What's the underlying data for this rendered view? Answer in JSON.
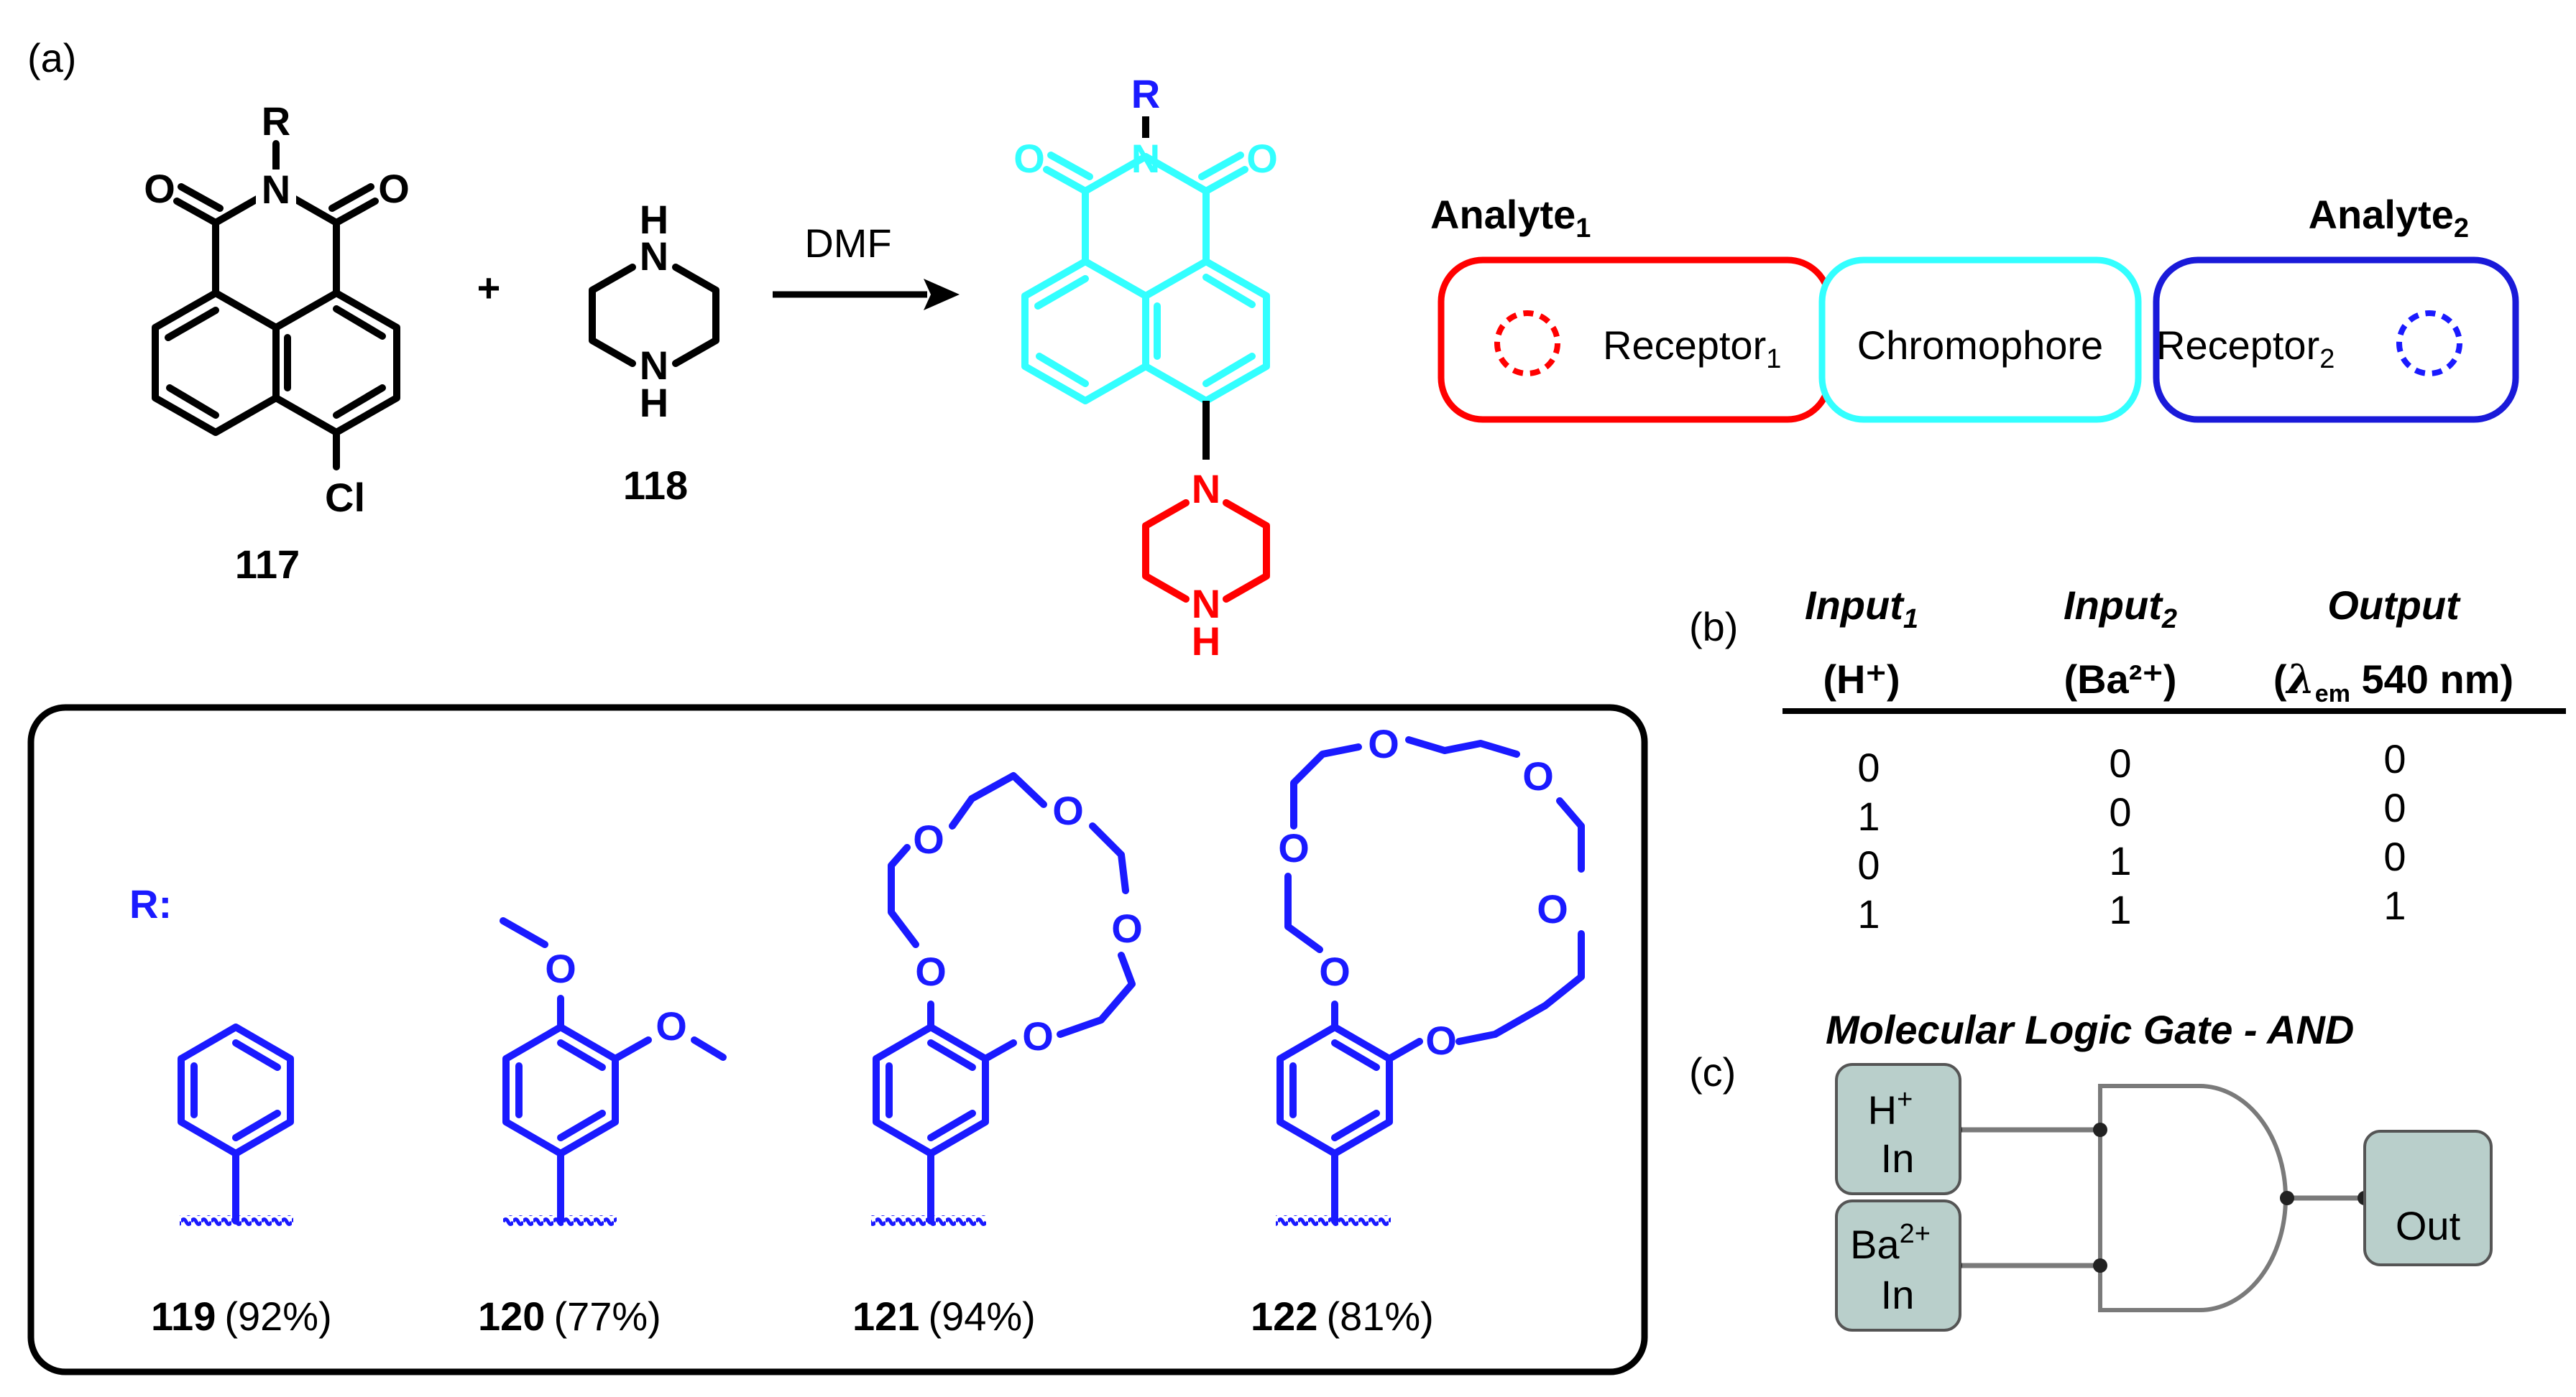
{
  "panels": {
    "a": "(a)",
    "b": "(b)",
    "c": "(c)"
  },
  "scheme": {
    "reagent_R": "R",
    "O": "O",
    "N": "N",
    "H": "H",
    "Cl": "Cl",
    "plus": "+",
    "solvent": "DMF",
    "cpd_117": "117",
    "cpd_118": "118"
  },
  "sensor": {
    "analyte1": "Analyte",
    "analyte1_sub": "1",
    "analyte2": "Analyte",
    "analyte2_sub": "2",
    "receptor1": "Receptor",
    "receptor1_sub": "1",
    "chromophore": "Chromophore",
    "receptor2": "Receptor",
    "receptor2_sub": "2"
  },
  "r_groups": {
    "label": "R:",
    "items": [
      {
        "number": "119",
        "yield": "(92%)"
      },
      {
        "number": "120",
        "yield": "(77%)"
      },
      {
        "number": "121",
        "yield": "(94%)"
      },
      {
        "number": "122",
        "yield": "(81%)"
      }
    ]
  },
  "truth_table": {
    "headers": [
      {
        "line1": "Input",
        "sub": "1",
        "line2": "(H⁺)"
      },
      {
        "line1": "Input",
        "sub": "2",
        "line2": "(Ba²⁺)"
      },
      {
        "line1": "Output",
        "sub": "",
        "line2_pre": "(",
        "lambda": "λ",
        "em": "em",
        "line2_post": " 540 nm)"
      }
    ],
    "rows": [
      [
        "0",
        "0",
        "0"
      ],
      [
        "1",
        "0",
        "0"
      ],
      [
        "0",
        "1",
        "0"
      ],
      [
        "1",
        "1",
        "1"
      ]
    ]
  },
  "logic_gate": {
    "title": "Molecular Logic Gate - AND",
    "input1": {
      "top": "H",
      "sup": "+",
      "bottom": "In"
    },
    "input2": {
      "top": "Ba",
      "sup": "2+",
      "bottom": "In"
    },
    "output": "Out"
  },
  "colors": {
    "black": "#000000",
    "cyan": "#33ffff",
    "red": "#ff0000",
    "blue": "#1a1aff",
    "box_dark_blue": "#1a1ad9",
    "gate_fill": "#b9cfcb"
  }
}
